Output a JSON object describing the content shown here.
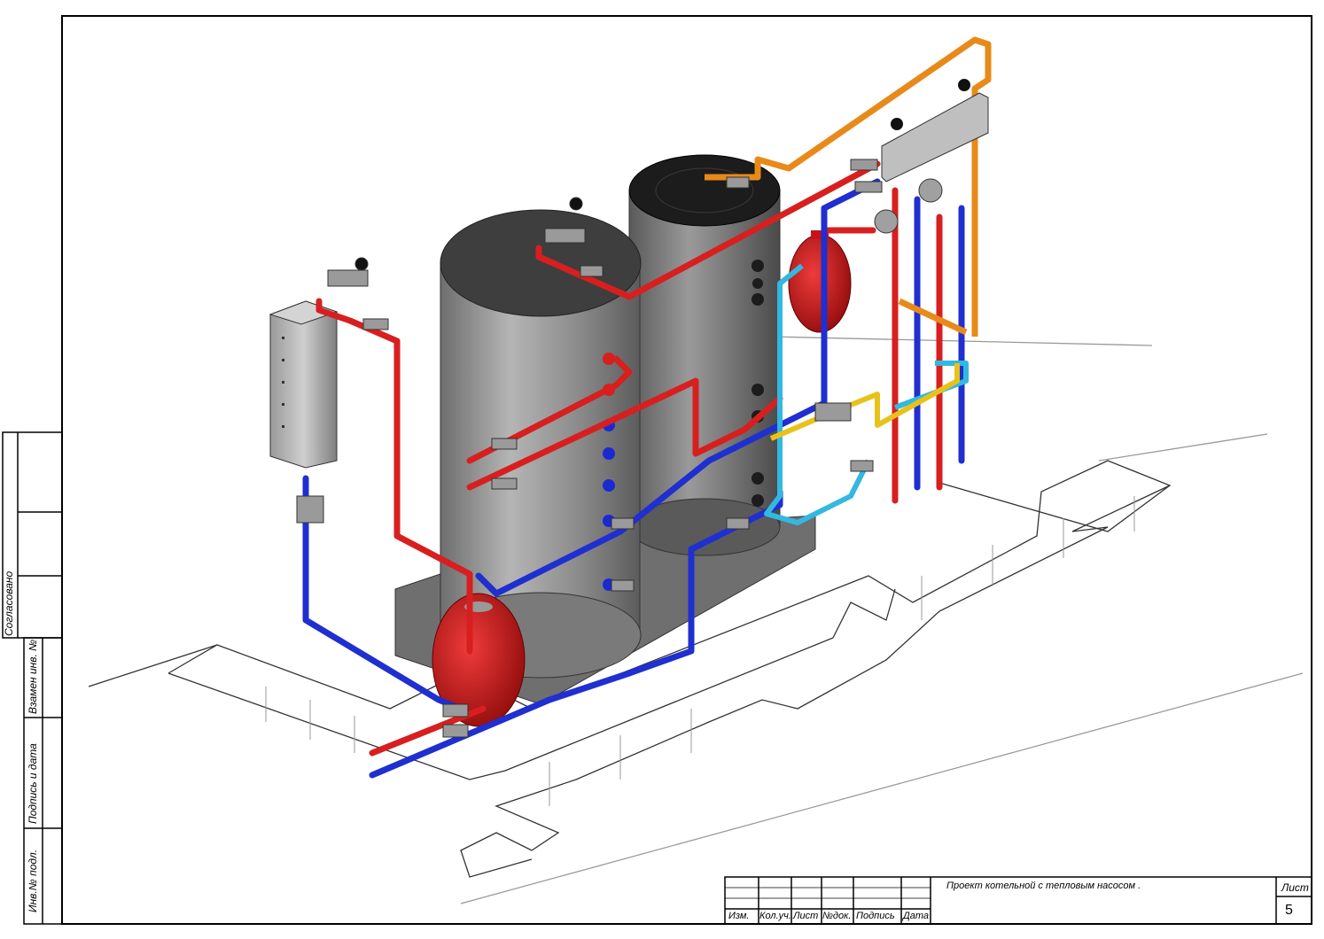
{
  "drawing": {
    "title": "Проект котельной с тепловым насосом .",
    "sheet_label": "Лист",
    "sheet_number": "5"
  },
  "title_block": {
    "columns": [
      "Изм.",
      "Кол.уч.",
      "Лист",
      "№док.",
      "Подпись",
      "Дата"
    ]
  },
  "side_stamp": {
    "agreed": "Согласовано",
    "replaced_inv": "Взамен инв. №",
    "sign_date": "Подпись и дата",
    "inv_orig": "Инв.№ подл."
  },
  "colors": {
    "supply_hot": "#d81f1f",
    "return_cold": "#1f2fd0",
    "cold_water": "#33b8e0",
    "heat_pump_line": "#e88a1a",
    "yellow_line": "#e8c21a",
    "tank_gray": "#8f8f8f",
    "expansion_red": "#c8121a"
  }
}
